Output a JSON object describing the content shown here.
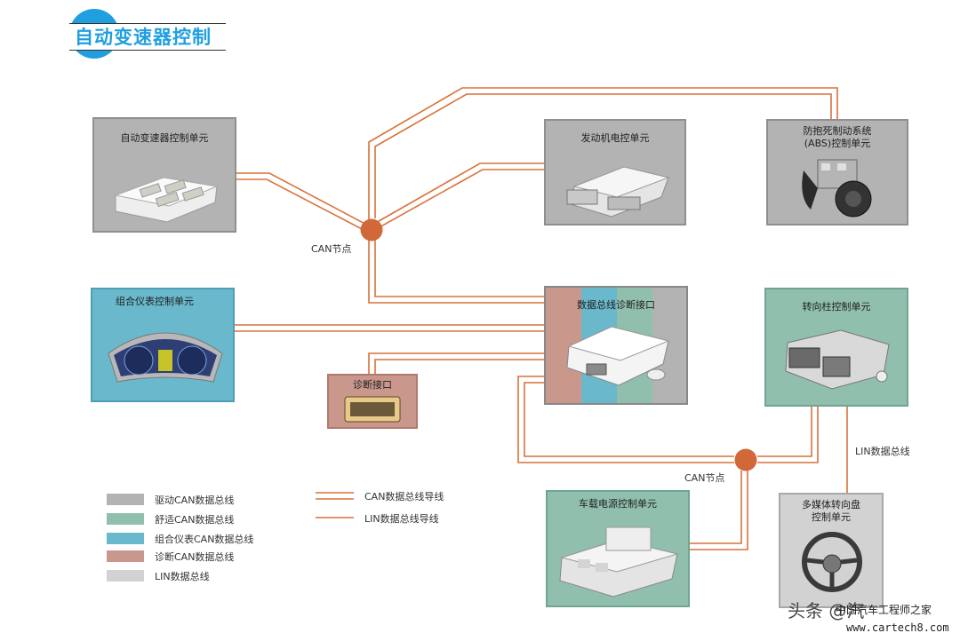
{
  "title": "自动变速器控制",
  "modules": {
    "tcu": "自动变速器控制单元",
    "ecu": "发动机电控单元",
    "abs_line1": "防抱死制动系统",
    "abs_line2": "(ABS)控制单元",
    "cluster": "组合仪表控制单元",
    "gateway": "数据总线诊断接口",
    "steering_column": "转向柱控制单元",
    "diag_port": "诊断接口",
    "power": "车载电源控制单元",
    "mm_line1": "多媒体转向盘",
    "mm_line2": "控制单元"
  },
  "labels": {
    "can_node_1": "CAN节点",
    "can_node_2": "CAN节点",
    "lin_bus": "LIN数据总线"
  },
  "legend": {
    "drive_can": "驱动CAN数据总线",
    "comfort_can": "舒适CAN数据总线",
    "cluster_can": "组合仪表CAN数据总线",
    "diag_can": "诊断CAN数据总线",
    "lin": "LIN数据总线",
    "can_wire": "CAN数据总线导线",
    "lin_wire": "LIN数据总线导线"
  },
  "colors": {
    "drive_can": "#b3b3b3",
    "comfort_can": "#90bfae",
    "cluster_can": "#6ab8cc",
    "diag_can": "#c9978c",
    "lin": "#d2d2d2",
    "wire": "#d9713a",
    "node": "#d0683a",
    "title": "#1f9fe0"
  },
  "watermark": {
    "brand": "头条 @汽",
    "site_cn": "中国汽车工程师之家",
    "url": "www.cartech8.com"
  }
}
